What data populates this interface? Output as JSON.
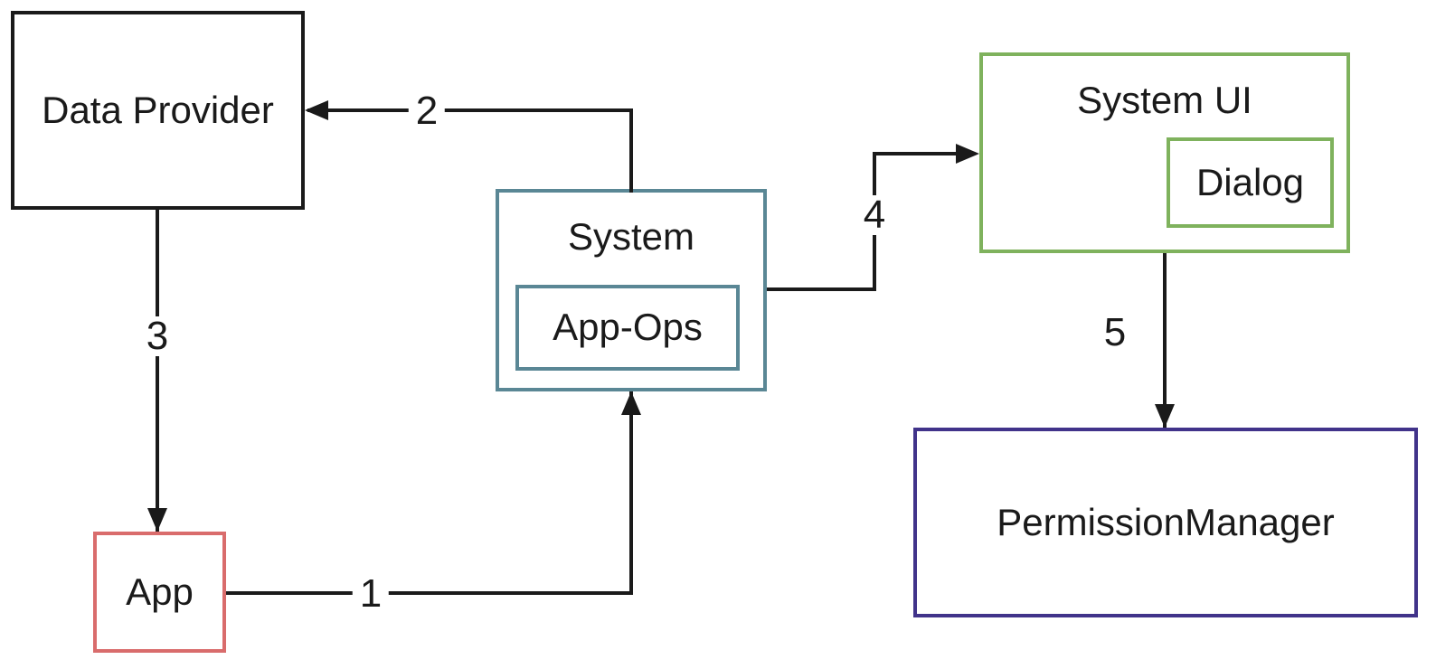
{
  "diagram": {
    "nodes": {
      "data_provider": {
        "label": "Data Provider",
        "border_color": "#1a1a1a"
      },
      "app": {
        "label": "App",
        "border_color": "#d96c6c"
      },
      "system": {
        "label": "System",
        "border_color": "#5a8795"
      },
      "app_ops": {
        "label": "App-Ops",
        "border_color": "#5a8795"
      },
      "system_ui": {
        "label": "System UI",
        "border_color": "#7fb25d"
      },
      "dialog": {
        "label": "Dialog",
        "border_color": "#7fb25d"
      },
      "permission_manager": {
        "label": "PermissionManager",
        "border_color": "#41338a"
      }
    },
    "edges": [
      {
        "label": "1",
        "from": "App",
        "to": "System"
      },
      {
        "label": "2",
        "from": "System",
        "to": "Data Provider"
      },
      {
        "label": "3",
        "from": "Data Provider",
        "to": "App"
      },
      {
        "label": "4",
        "from": "System",
        "to": "System UI"
      },
      {
        "label": "5",
        "from": "System UI",
        "to": "PermissionManager"
      }
    ],
    "colors": {
      "line": "#1a1a1a",
      "background": "#ffffff"
    }
  }
}
